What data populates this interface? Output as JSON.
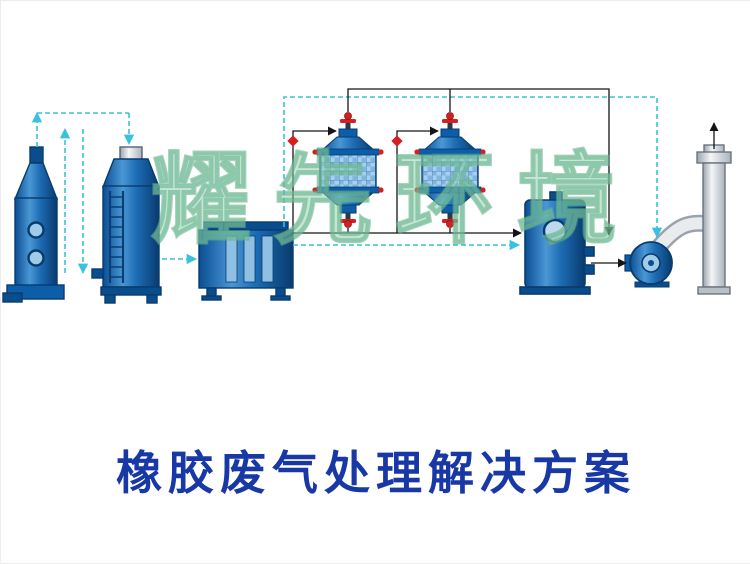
{
  "watermark": {
    "text": "耀先环境",
    "color": "rgba(140,205,170,0.5)"
  },
  "title": {
    "text": "橡胶废气处理解决方案",
    "color": "#1838a6"
  },
  "colors": {
    "equipment_blue_dark": "#083b6e",
    "equipment_blue": "#0d5ea8",
    "equipment_blue_mid": "#3b8cc9",
    "equipment_blue_light": "#9ecbe8",
    "drum_grid_light": "#a9cfec",
    "drum_grid_line": "#4c8fc4",
    "pipe_cyan": "#38c2de",
    "pipe_black": "#151515",
    "valve_red": "#d42020",
    "chimney_gray_light": "#eef1f4",
    "chimney_gray": "#b9c1c9"
  },
  "equipment": [
    {
      "name": "spray-tower"
    },
    {
      "name": "packed-scrubber-tower"
    },
    {
      "name": "uv-photolysis-box"
    },
    {
      "name": "activated-carbon-drum-1"
    },
    {
      "name": "activated-carbon-drum-2"
    },
    {
      "name": "settling-tank"
    },
    {
      "name": "centrifugal-fan"
    },
    {
      "name": "exhaust-chimney"
    }
  ]
}
